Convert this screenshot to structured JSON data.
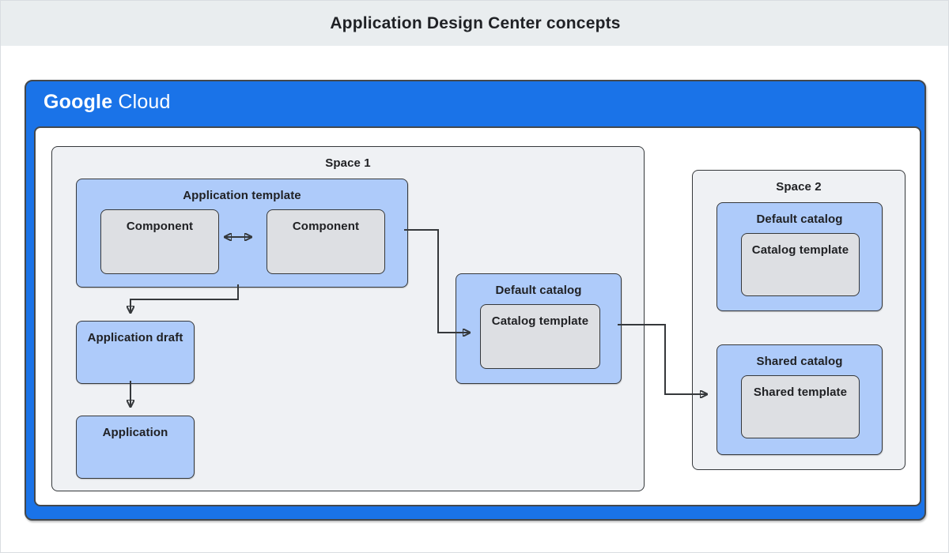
{
  "banner": {
    "title": "Application Design Center concepts"
  },
  "logo": {
    "google": "Google",
    "cloud": "Cloud"
  },
  "space1": {
    "title": "Space 1",
    "application_template": {
      "title": "Application template",
      "components": [
        "Component",
        "Component"
      ]
    },
    "application_draft": {
      "title": "Application draft"
    },
    "application": {
      "title": "Application"
    },
    "default_catalog": {
      "title": "Default catalog",
      "template": "Catalog template"
    }
  },
  "space2": {
    "title": "Space 2",
    "default_catalog": {
      "title": "Default catalog",
      "template": "Catalog template"
    },
    "shared_catalog": {
      "title": "Shared catalog",
      "template": "Shared template"
    }
  },
  "colors": {
    "banner_bg": "#e9edef",
    "page_border": "#d9dde1",
    "google_blue": "#1a73e8",
    "frame_border": "#44484c",
    "panel_bg": "#ffffff",
    "space_bg": "#eff1f4",
    "light_blue": "#aecbfa",
    "gray_box": "#dddfe3",
    "box_border": "#35383b",
    "text": "#202124",
    "arrow": "#35383b"
  }
}
